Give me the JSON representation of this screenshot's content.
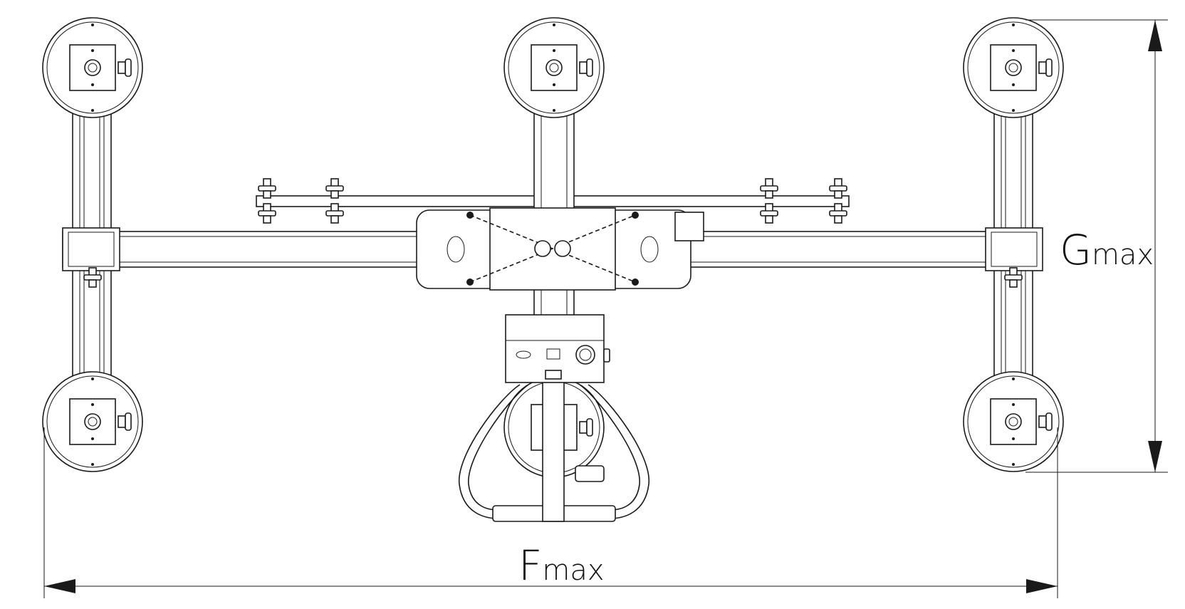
{
  "dimensions": {
    "f": {
      "letter": "F",
      "suffix": "max"
    },
    "g": {
      "letter": "G",
      "suffix": "max"
    }
  },
  "colors": {
    "line": "#1a1a1a",
    "background": "#ffffff"
  }
}
